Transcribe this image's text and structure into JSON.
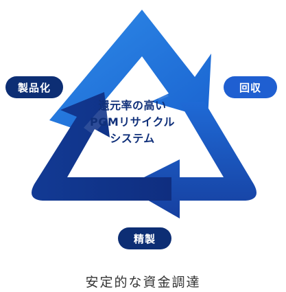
{
  "diagram": {
    "center_lines": [
      "還元率の高い",
      "PGMリサイクル",
      "システム"
    ],
    "labels": {
      "seihinka": "製品化",
      "kaishu": "回収",
      "seisei": "精製"
    },
    "caption": "安定的な資金調達",
    "colors": {
      "arrow_light": "#2a7de0",
      "arrow_mid": "#1a57c4",
      "arrow_dark": "#0f2f86",
      "pill_dark": "#0d2e74",
      "pill_light": "#1f5fd1",
      "center_text": "#10307a"
    }
  }
}
